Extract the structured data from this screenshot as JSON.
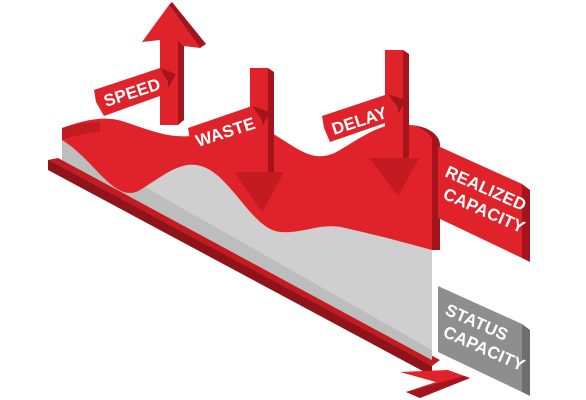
{
  "diagram": {
    "labels": {
      "speed": "SPEED",
      "waste": "WASTE",
      "delay": "DELAY",
      "realized_line1": "REALIZED",
      "realized_line2": "CAPACITY",
      "status_line1": "STATUS",
      "status_line2": "CAPACITY"
    },
    "colors": {
      "red": "#e0232a",
      "dark_red": "#a3151b",
      "mid_red": "#c41b22",
      "gray": "#cfcfcf",
      "dark_gray": "#8c8c8c",
      "label_gray": "#8e8e8e"
    }
  }
}
